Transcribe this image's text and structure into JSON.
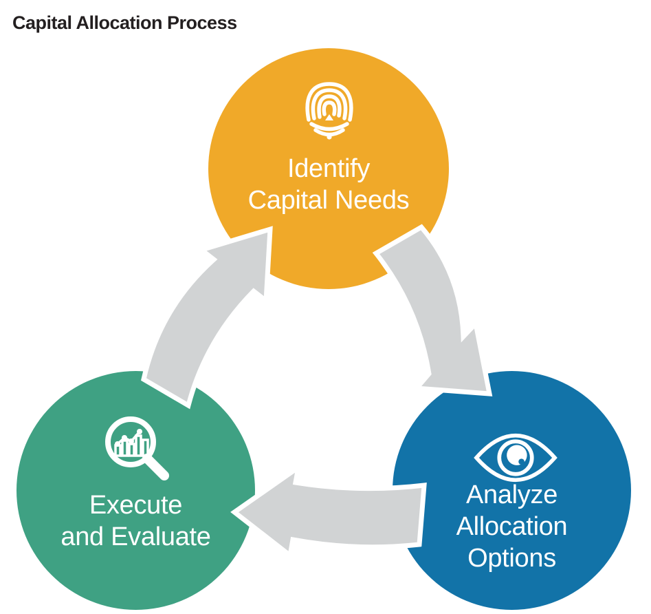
{
  "title": "Capital Allocation Process",
  "nodes": {
    "identify": {
      "lines": [
        "Identify",
        "Capital Needs"
      ],
      "color": "#F0A929",
      "icon": "fingerprint-icon"
    },
    "analyze": {
      "lines": [
        "Analyze",
        "Allocation",
        "Options"
      ],
      "color": "#1273A8",
      "icon": "eye-icon"
    },
    "execute": {
      "lines": [
        "Execute",
        "and Evaluate"
      ],
      "color": "#3FA183",
      "icon": "magnifier-chart-icon"
    }
  },
  "arrows": {
    "color": "#D1D3D4",
    "outline_color": "#FFFFFF",
    "flow": [
      {
        "from": "Identify Capital Needs",
        "to": "Analyze Allocation Options"
      },
      {
        "from": "Analyze Allocation Options",
        "to": "Execute and Evaluate"
      },
      {
        "from": "Execute and Evaluate",
        "to": "Identify Capital Needs"
      }
    ]
  },
  "colors": {
    "background": "#FFFFFF",
    "title_text": "#231F20",
    "label_text": "#FFFFFF"
  }
}
